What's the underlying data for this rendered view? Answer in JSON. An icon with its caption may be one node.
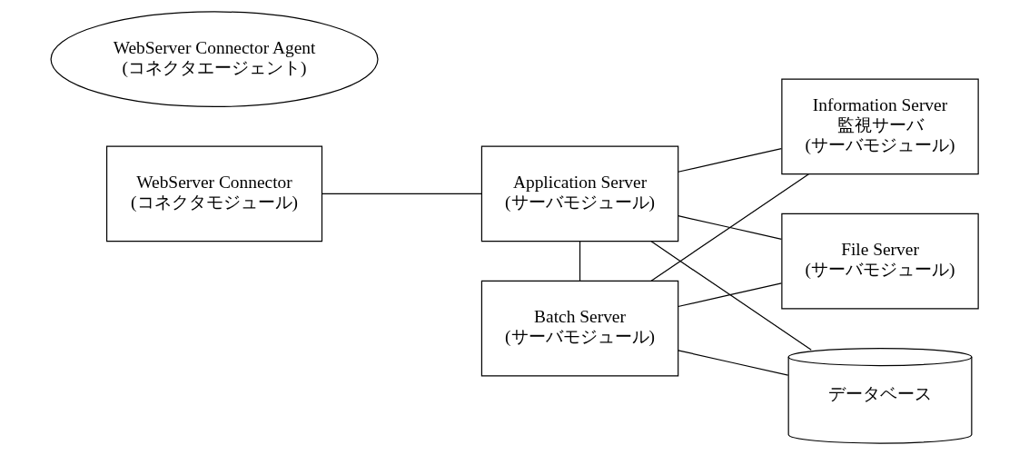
{
  "diagram": {
    "nodes": [
      {
        "text": [
          "WebServer Connector",
          "(コネクタモジュール)"
        ]
      },
      {
        "text": [
          "Application Server",
          "(サーバモジュール)"
        ]
      },
      {
        "text": [
          "Information Server",
          "監視サーバ",
          "(サーバモジュール)"
        ]
      },
      {
        "text": [
          "WebServer Connector Agent",
          "(コネクタエージェント)"
        ]
      },
      {
        "text": [
          "File Server",
          "(サーバモジュール)"
        ]
      },
      {
        "text": [
          "Batch Server",
          "(サーバモジュール)"
        ]
      },
      {
        "text": [
          "データベース"
        ]
      }
    ],
    "edges": [
      {
        "from": 0,
        "to": 1,
        "arrow": "none"
      },
      {
        "from": 1,
        "to": 5,
        "arrow": "none"
      },
      {
        "from": 1,
        "to": 2,
        "arrow": "none"
      },
      {
        "from": 1,
        "to": 4,
        "arrow": "none"
      },
      {
        "from": 1,
        "to": 6,
        "arrow": "none"
      },
      {
        "from": 5,
        "to": 2,
        "arrow": "none"
      },
      {
        "from": 5,
        "to": 4,
        "arrow": "none"
      },
      {
        "from": 5,
        "to": 6,
        "arrow": "none"
      }
    ]
  }
}
